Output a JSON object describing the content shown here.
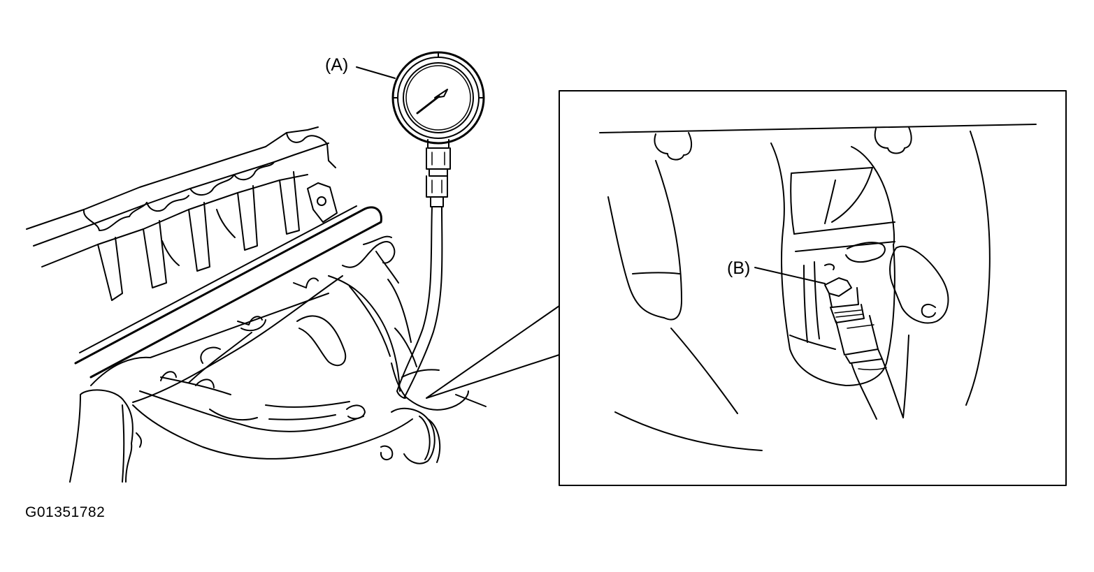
{
  "labels": {
    "gauge": "(A)",
    "adapter": "(B)"
  },
  "figure_id": "G01351782",
  "colors": {
    "line": "#000000",
    "background": "#ffffff"
  }
}
